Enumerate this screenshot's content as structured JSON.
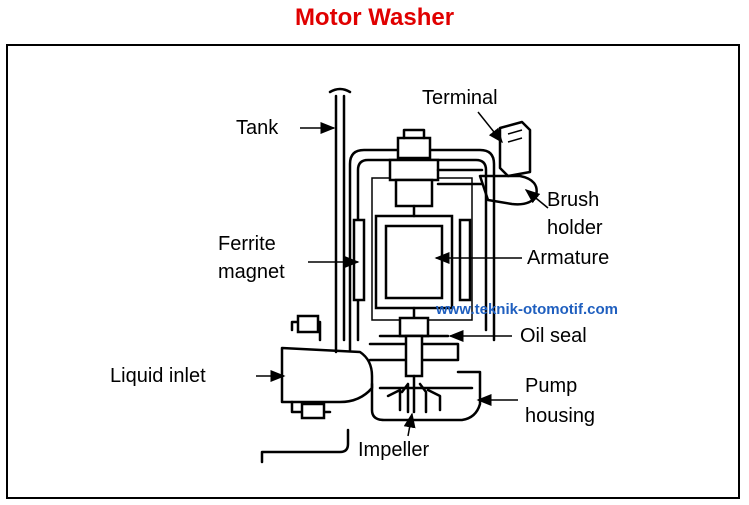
{
  "title": "Motor Washer",
  "watermark": "www.teknik-otomotif.com",
  "labels": {
    "terminal": "Terminal",
    "tank": "Tank",
    "brush_1": "Brush",
    "brush_2": "holder",
    "ferrite_1": "Ferrite",
    "ferrite_2": "magnet",
    "armature": "Armature",
    "oil_seal": "Oil seal",
    "liquid_inlet": "Liquid inlet",
    "pump_1": "Pump",
    "pump_2": "housing",
    "impeller": "Impeller"
  },
  "colors": {
    "title": "#e00000",
    "watermark": "#1f5fbf",
    "line": "#000000"
  }
}
